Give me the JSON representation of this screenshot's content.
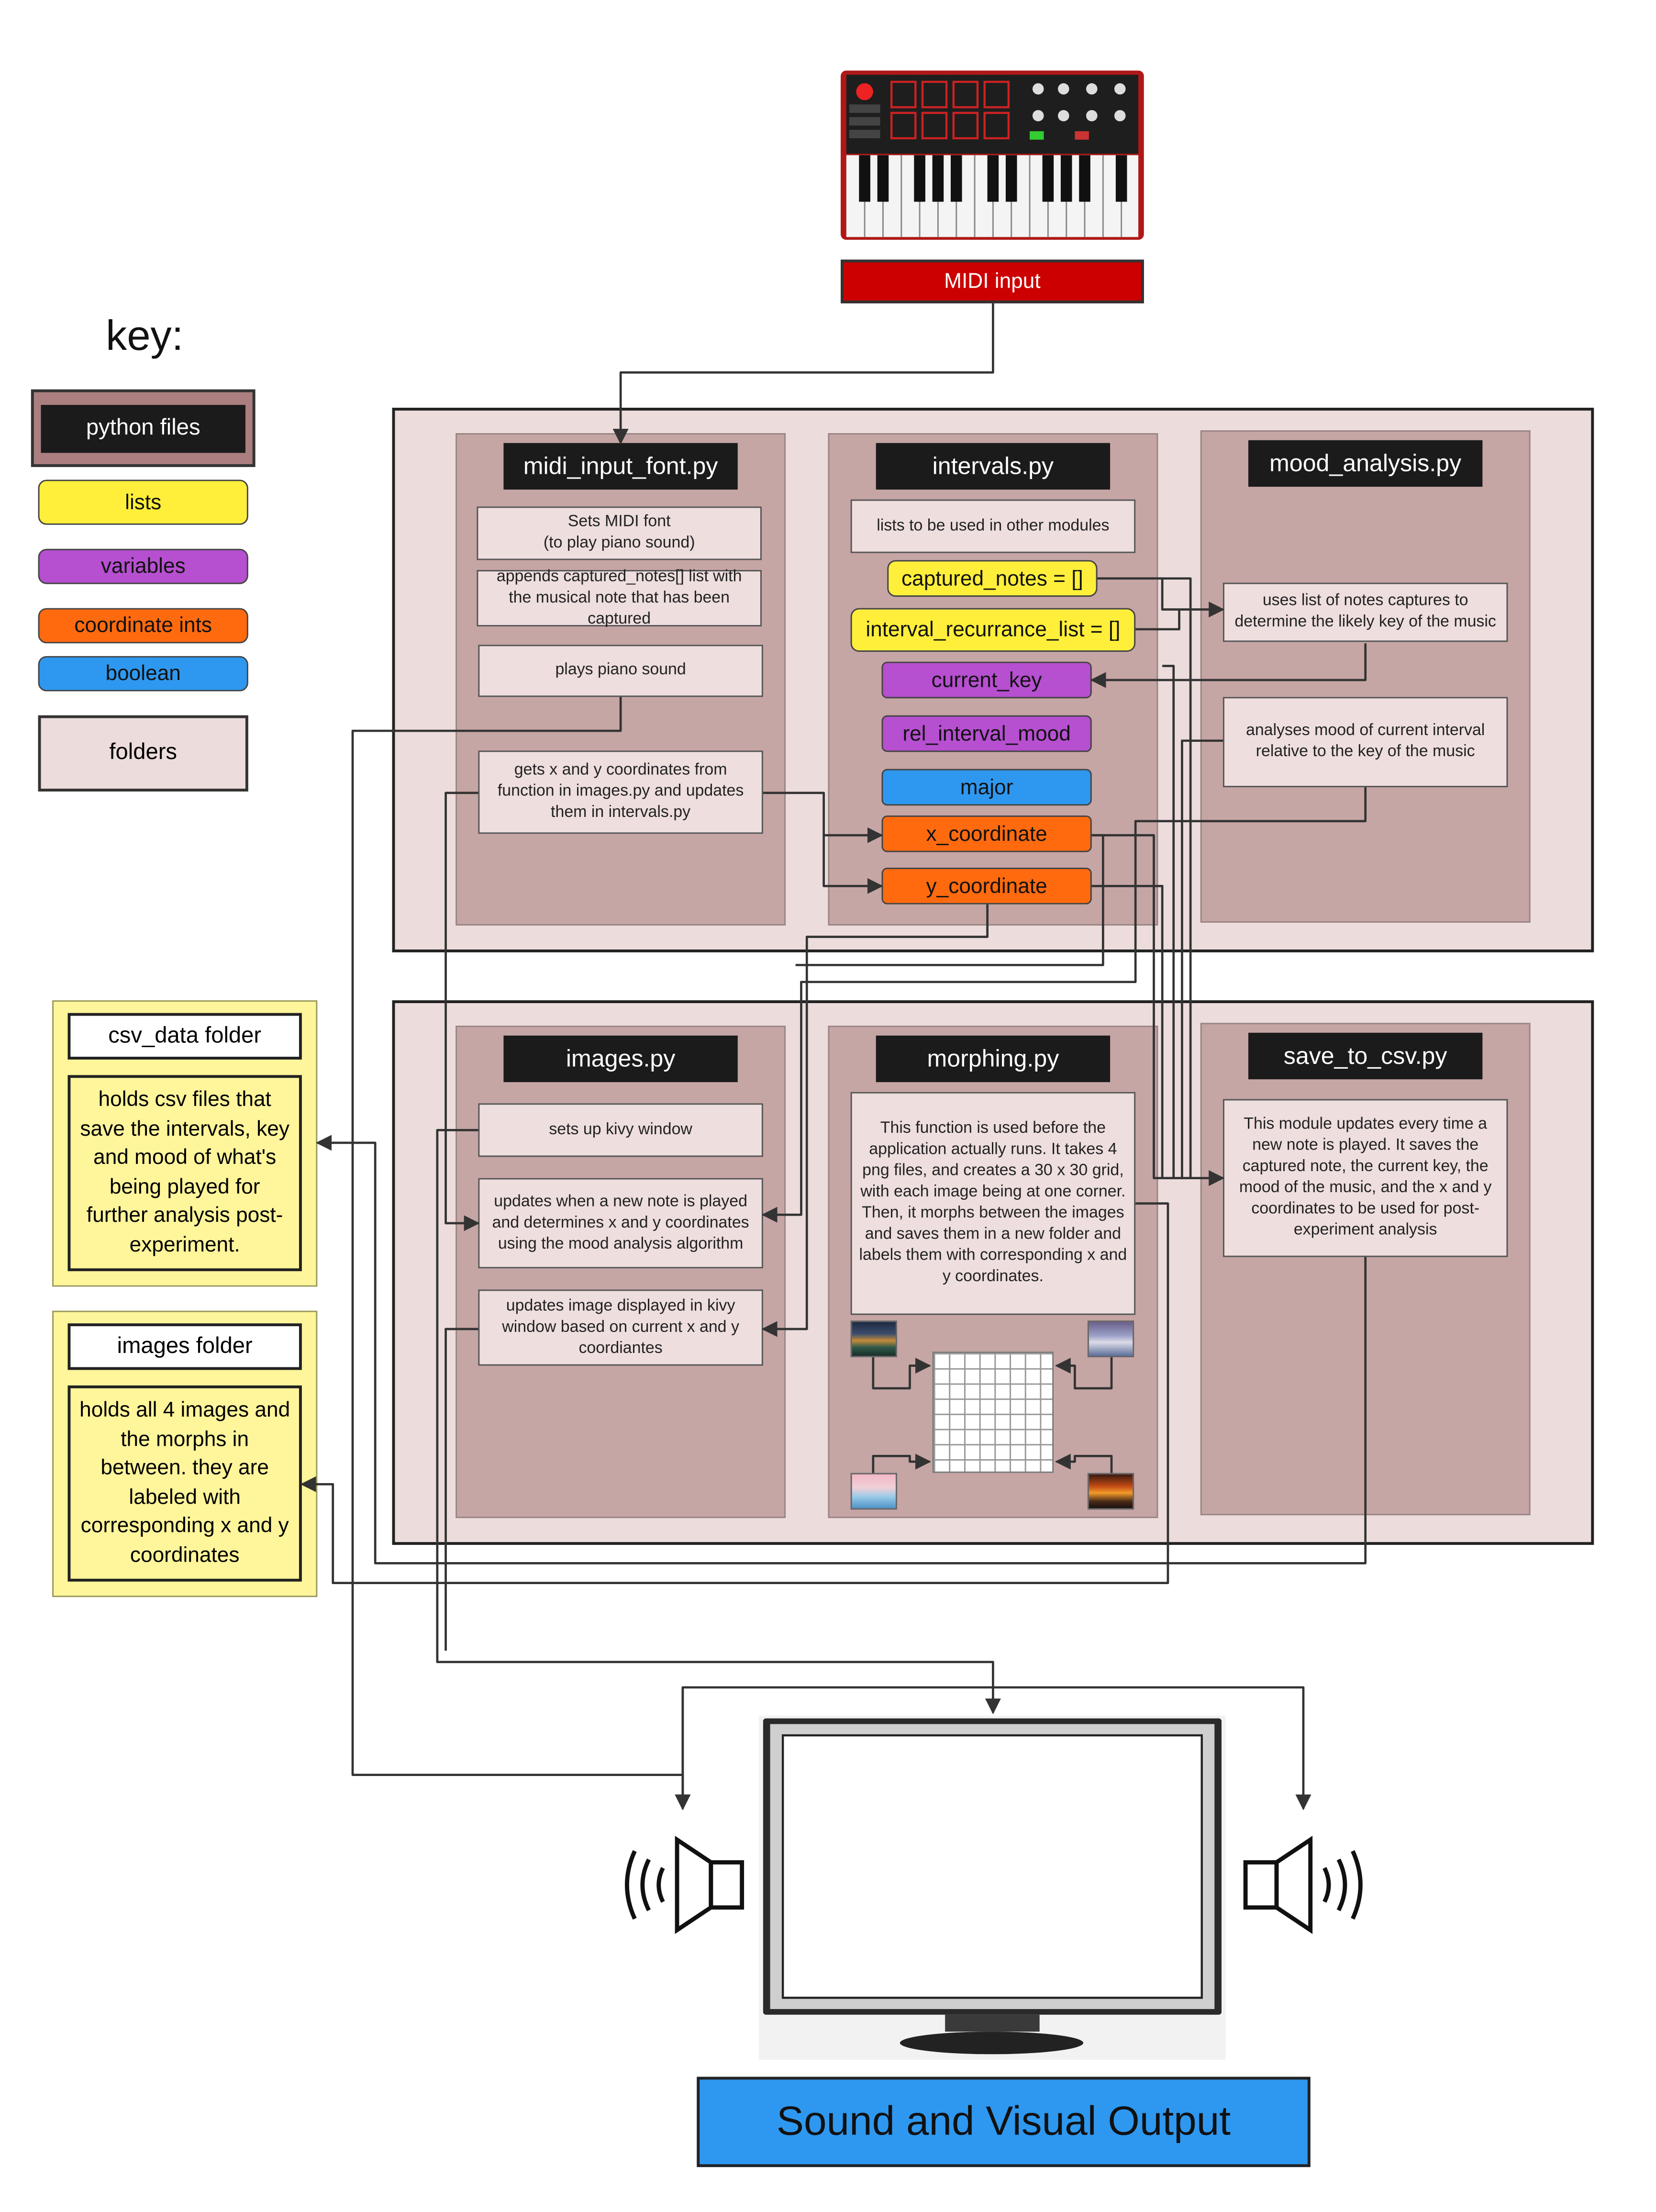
{
  "key": {
    "heading": "key:",
    "python_files": "python files",
    "lists": "lists",
    "variables": "variables",
    "coordinate_ints": "coordinate ints",
    "boolean": "boolean",
    "folders": "folders"
  },
  "midi_input_label": "MIDI input",
  "top_group": {
    "midi_input_font": {
      "title": "midi_input_font.py",
      "note1_line1": "Sets MIDI font",
      "note1_line2": "(to play piano sound)",
      "note2": "appends captured_notes[] list with the musical note that has been captured",
      "note3": "plays piano sound",
      "note4": "gets x and y coordinates from function in images.py and updates them in intervals.py"
    },
    "intervals": {
      "title": "intervals.py",
      "note": "lists to be used in other modules",
      "captured_notes": "captured_notes = []",
      "interval_recurrance_list": "interval_recurrance_list = []",
      "current_key": "current_key",
      "rel_interval_mood": "rel_interval_mood",
      "major": "major",
      "x_coordinate": "x_coordinate",
      "y_coordinate": "y_coordinate"
    },
    "mood_analysis": {
      "title": "mood_analysis.py",
      "note1": "uses list of notes captures to determine the likely key of the music",
      "note2": "analyses mood of current interval relative to the key of the music"
    }
  },
  "bottom_group": {
    "images": {
      "title": "images.py",
      "note1": "sets up kivy window",
      "note2": "updates when a new note is played and determines x and y coordinates using the mood analysis algorithm",
      "note3": "updates image displayed in kivy window based on current x and y coordiantes"
    },
    "morphing": {
      "title": "morphing.py",
      "note_p1": "This function is used before the application actually runs. It takes 4 png files, and creates a 30 x 30 grid, with each image being at one corner.",
      "note_p2": "Then, it morphs between the images and saves them in a new folder and labels them with corresponding x and y coordinates."
    },
    "save_to_csv": {
      "title": "save_to_csv.py",
      "note": "This module updates every time a new note is played. It saves the captured note, the current key, the mood of the music, and the x and y coordinates to be used for post-experiment analysis"
    }
  },
  "folders": {
    "csv": {
      "title": "csv_data folder",
      "body": "holds csv files that save the intervals, key and mood of what's being played for further analysis post-experiment."
    },
    "images": {
      "title": "images folder",
      "body": "holds all 4 images and the morphs in between. they are labeled with corresponding x and y coordinates"
    }
  },
  "output_label": "Sound and Visual Output",
  "colors": {
    "python_title": "#1b1b1b",
    "python_group": "#ecdcdc",
    "python_column": "#c6a5a5",
    "lists": "#ffef3a",
    "variables": "#b64fd0",
    "coordinate_ints": "#ff6a0f",
    "boolean": "#2e98f0",
    "midi_label": "#cc0000",
    "output_label": "#2e98f0"
  },
  "icons": [
    "midi-keyboard-icon",
    "speaker-left-icon",
    "speaker-right-icon",
    "monitor-icon",
    "landscape-thumbnail-icon",
    "grid-icon"
  ]
}
